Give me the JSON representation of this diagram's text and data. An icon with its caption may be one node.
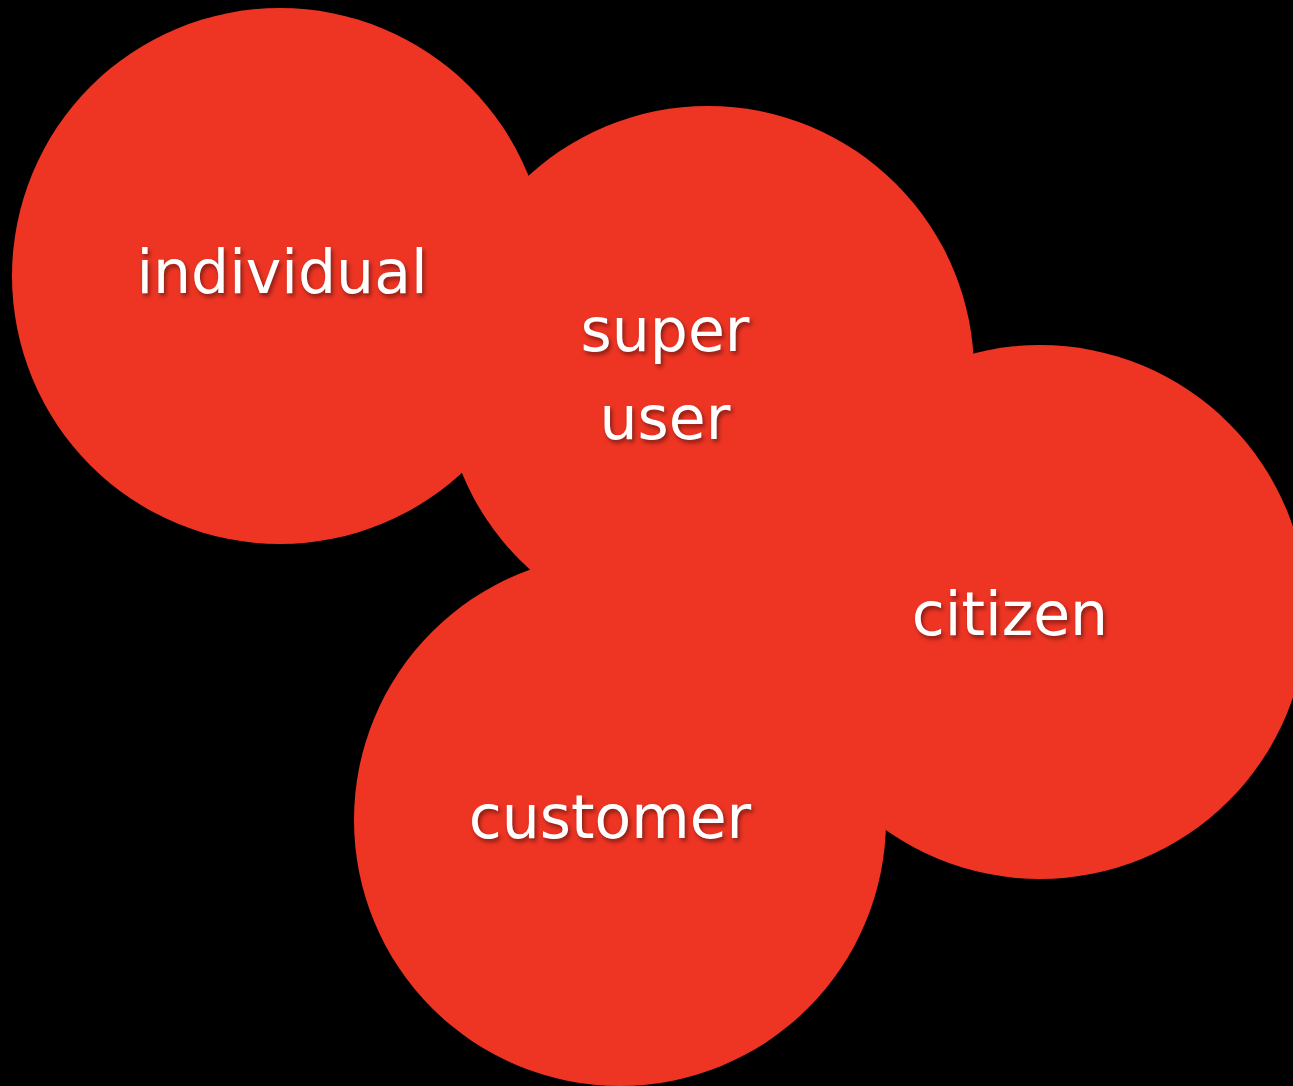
{
  "diagram": {
    "nodes": [
      {
        "text": [
          "individual"
        ]
      },
      {
        "text": [
          "super user"
        ]
      },
      {
        "text": [
          "citizen"
        ]
      },
      {
        "text": [
          "customer"
        ]
      }
    ]
  }
}
